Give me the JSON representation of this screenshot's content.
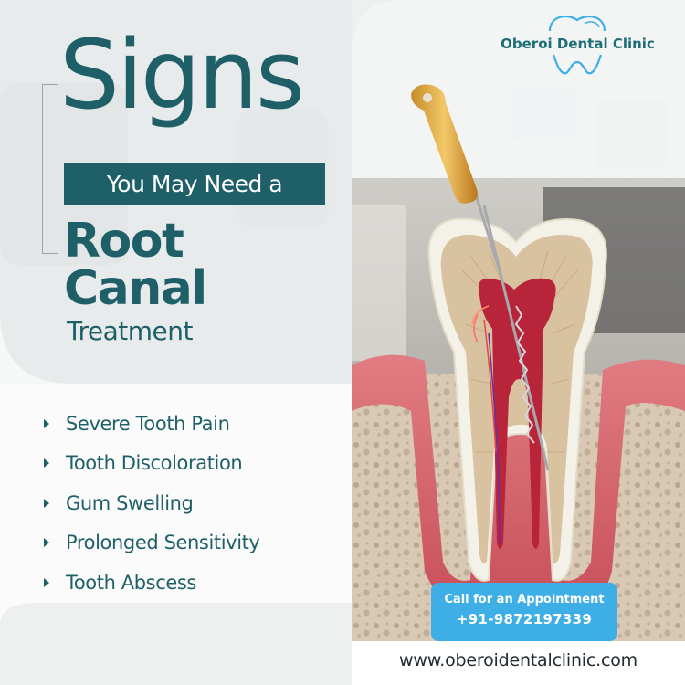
{
  "brand": {
    "name": "Oberoi Dental Clinic",
    "primary_color": "#1e5f68",
    "accent_color": "#3daee6",
    "logo_icon": "tooth-outline-icon"
  },
  "headline": {
    "signs": "Signs",
    "banner": "You May Need a",
    "root": "Root",
    "canal": "Canal",
    "treatment": "Treatment"
  },
  "signs_list": [
    "Severe Tooth Pain",
    "Tooth Discoloration",
    "Gum Swelling",
    "Prolonged Sensitivity",
    "Tooth Abscess"
  ],
  "cta": {
    "line1": "Call for an Appointment",
    "phone": "+91-9872197339"
  },
  "website": "www.oberoidentalclinic.com",
  "illustration": {
    "subject": "tooth-cross-section-with-endodontic-file-icon"
  }
}
